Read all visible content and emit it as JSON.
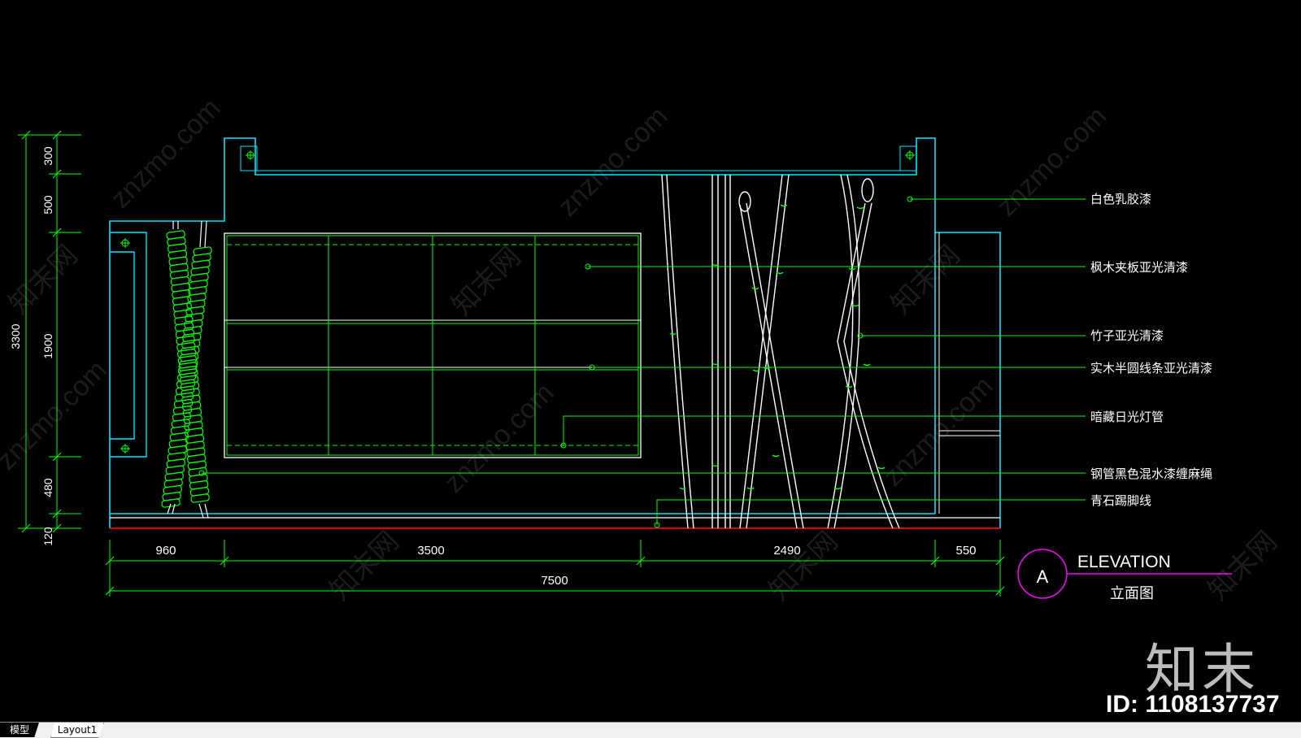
{
  "drawing": {
    "dims_vertical": [
      "3300",
      "300",
      "500",
      "1900",
      "480",
      "120"
    ],
    "dims_horizontal": [
      "960",
      "3500",
      "2490",
      "550"
    ],
    "dim_total": "7500",
    "annotations": [
      "白色乳胶漆",
      "枫木夹板亚光清漆",
      "竹子亚光清漆",
      "实木半圆线条亚光清漆",
      "暗藏日光灯管",
      "钢管黑色混水漆缠麻绳",
      "青石踢脚线"
    ],
    "title_mark": "A",
    "title_en": "ELEVATION",
    "title_cn": "立面图"
  },
  "watermark": {
    "site": "znzmo.com",
    "site_cn": "知末网",
    "logo": "知末",
    "id": "ID: 1108137737"
  },
  "tabs": {
    "model": "模型",
    "layout": "Layout1"
  },
  "colors": {
    "background": "#000000",
    "outline": "#00e5ff",
    "green": "#00ff00",
    "white": "#ffffff",
    "magenta": "#ff00ff",
    "red": "#ff0000"
  }
}
